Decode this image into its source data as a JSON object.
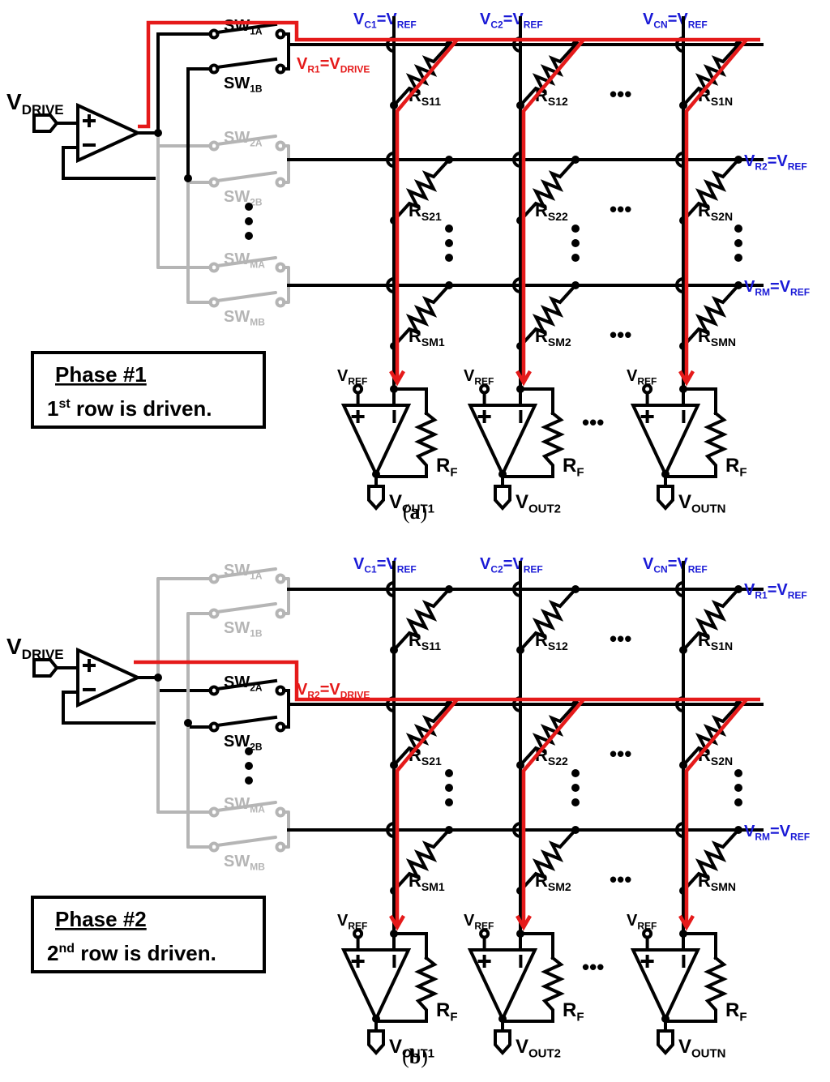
{
  "panels": [
    {
      "id": "a",
      "caption_pre": "(",
      "caption_letter": "a",
      "caption_post": ")",
      "driven_row": 0,
      "phase_title": "Phase #1",
      "phase_num": "1",
      "phase_sup": "st",
      "phase_rest": " row is driven.",
      "driven_label": {
        "pre": "V",
        "sub": "R1",
        "mid": "=V",
        "sub2": "DRIVE"
      }
    },
    {
      "id": "b",
      "caption_pre": "(",
      "caption_letter": "b",
      "caption_post": ")",
      "driven_row": 1,
      "phase_title": "Phase #2",
      "phase_num": "2",
      "phase_sup": "nd",
      "phase_rest": " row is driven.",
      "driven_label": {
        "pre": "V",
        "sub": "R2",
        "mid": "=V",
        "sub2": "DRIVE"
      }
    }
  ],
  "labels": {
    "vdrive": {
      "pre": "V",
      "sub": "DRIVE"
    },
    "vref": {
      "pre": "V",
      "sub": "REF"
    },
    "rf": {
      "pre": "R",
      "sub": "F"
    },
    "ellipsis": "•••",
    "columns": [
      {
        "pre": "V",
        "sub": "C1",
        "mid": "=V",
        "sub2": "REF"
      },
      {
        "pre": "V",
        "sub": "C2",
        "mid": "=V",
        "sub2": "REF"
      },
      {
        "pre": "V",
        "sub": "CN",
        "mid": "=V",
        "sub2": "REF"
      }
    ],
    "rows_ref": [
      {
        "pre": "V",
        "sub": "R1",
        "mid": "=V",
        "sub2": "REF"
      },
      {
        "pre": "V",
        "sub": "R2",
        "mid": "=V",
        "sub2": "REF"
      },
      {
        "pre": "V",
        "sub": "RM",
        "mid": "=V",
        "sub2": "REF"
      }
    ],
    "outputs": [
      {
        "pre": "V",
        "sub": "OUT1"
      },
      {
        "pre": "V",
        "sub": "OUT2"
      },
      {
        "pre": "V",
        "sub": "OUTN"
      }
    ],
    "resistors": [
      [
        {
          "pre": "R",
          "sub": "S11"
        },
        {
          "pre": "R",
          "sub": "S12"
        },
        {
          "pre": "R",
          "sub": "S1N"
        }
      ],
      [
        {
          "pre": "R",
          "sub": "S21"
        },
        {
          "pre": "R",
          "sub": "S22"
        },
        {
          "pre": "R",
          "sub": "S2N"
        }
      ],
      [
        {
          "pre": "R",
          "sub": "SM1"
        },
        {
          "pre": "R",
          "sub": "SM2"
        },
        {
          "pre": "R",
          "sub": "SMN"
        }
      ]
    ],
    "switches": [
      [
        {
          "pre": "SW",
          "sub": "1A"
        },
        {
          "pre": "SW",
          "sub": "1B"
        }
      ],
      [
        {
          "pre": "SW",
          "sub": "2A"
        },
        {
          "pre": "SW",
          "sub": "2B"
        }
      ],
      [
        {
          "pre": "SW",
          "sub": "MA"
        },
        {
          "pre": "SW",
          "sub": "MB"
        }
      ]
    ]
  },
  "colors": {
    "wire": "#000000",
    "inactive": "#b5b5b5",
    "current_path": "#e51a1a",
    "voltage_label": "#1a1ad6"
  }
}
